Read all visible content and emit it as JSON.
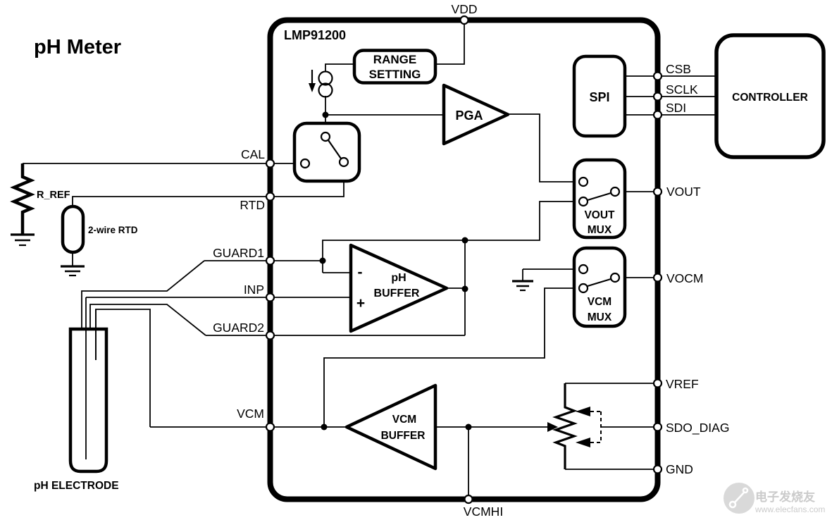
{
  "title": "pH Meter",
  "chip": {
    "label": "LMP91200",
    "pins": {
      "vdd": "VDD",
      "csb": "CSB",
      "sclk": "SCLK",
      "sdi": "SDI",
      "vout": "VOUT",
      "vocm": "VOCM",
      "vref": "VREF",
      "sdo_diag": "SDO_DIAG",
      "gnd": "GND",
      "cal": "CAL",
      "rtd": "RTD",
      "guard1": "GUARD1",
      "inp": "INP",
      "guard2": "GUARD2",
      "vcm": "VCM",
      "vcmhi": "VCMHI"
    },
    "blocks": {
      "range_setting_line1": "RANGE",
      "range_setting_line2": "SETTING",
      "pga": "PGA",
      "spi": "SPI",
      "vout_mux_line1": "VOUT",
      "vout_mux_line2": "MUX",
      "vcm_mux_line1": "VCM",
      "vcm_mux_line2": "MUX",
      "ph_buffer_minus": "-",
      "ph_buffer_plus": "+",
      "ph_buffer_line1": "pH",
      "ph_buffer_line2": "BUFFER",
      "vcm_buffer_line1": "VCM",
      "vcm_buffer_line2": "BUFFER"
    }
  },
  "external": {
    "controller": "CONTROLLER",
    "r_ref": "R_REF",
    "rtd_sensor": "2-wire RTD",
    "ph_electrode": "pH ELECTRODE"
  },
  "watermark": {
    "brand": "电子发烧友",
    "url": "www.elecfans.com"
  },
  "colors": {
    "ink": "#000000",
    "background": "#ffffff",
    "watermark": "#cbcbcb"
  }
}
